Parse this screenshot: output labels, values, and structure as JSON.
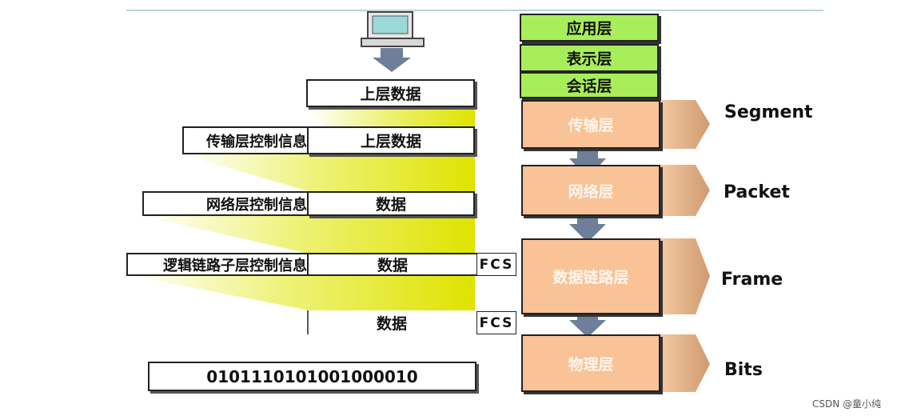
{
  "left_stack": {
    "upper_data": "上层数据",
    "transport_ctrl": "传输层控制信息",
    "transport_data": "上层数据",
    "network_ctrl": "网络层控制信息",
    "network_data": "数据",
    "llc_ctrl": "逻辑链路子层控制信息",
    "llc_data": "数据",
    "llc_fcs": "FCS",
    "mac_data": "数据",
    "mac_fcs": "FCS",
    "bits": "0101110101001000010"
  },
  "osi_layers": {
    "application": "应用层",
    "presentation": "表示层",
    "session": "会话层",
    "transport": "传输层",
    "network": "网络层",
    "datalink": "数据链路层",
    "physical": "物理层"
  },
  "pdu_labels": {
    "segment": "Segment",
    "packet": "Packet",
    "frame": "Frame",
    "bits": "Bits"
  },
  "colors": {
    "green": "#a8ee5a",
    "orange": "#f9c397",
    "yellow": "#e4ea00",
    "arrow": "#6f7f99"
  },
  "watermark": "CSDN @童小纯"
}
